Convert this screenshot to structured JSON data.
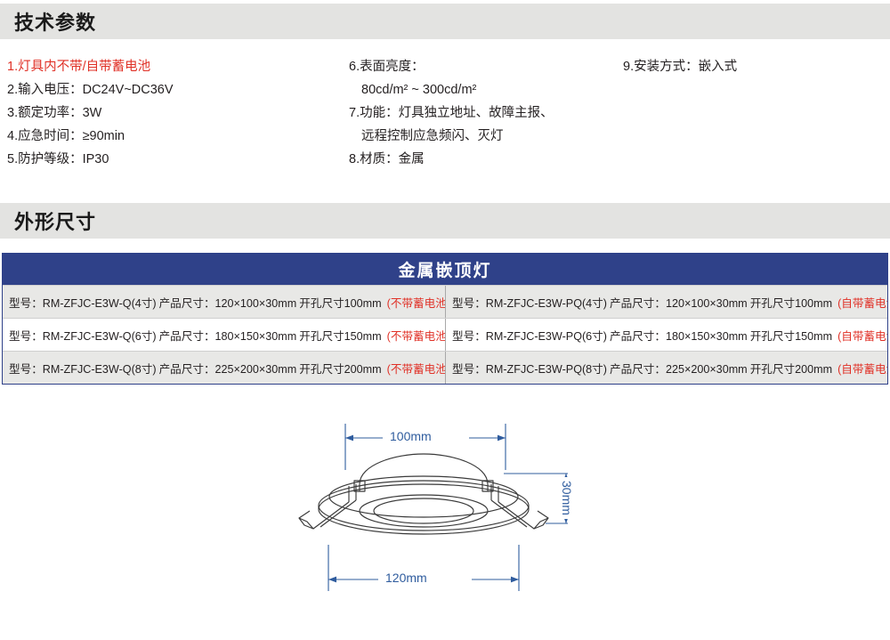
{
  "sections": {
    "tech_params_title": "技术参数",
    "dimensions_title": "外形尺寸"
  },
  "specs": {
    "column1": [
      {
        "text": "1.灯具内不带/自带蓄电池",
        "highlight": true
      },
      {
        "text": "2.输入电压：DC24V~DC36V",
        "highlight": false
      },
      {
        "text": "3.额定功率：3W",
        "highlight": false
      },
      {
        "text": "4.应急时间：≥90min",
        "highlight": false
      },
      {
        "text": "5.防护等级：IP30",
        "highlight": false
      }
    ],
    "column2": [
      {
        "text": "6.表面亮度：",
        "sub": "80cd/m² ~ 300cd/m²"
      },
      {
        "text": "7.功能：灯具独立地址、故障主报、",
        "sub": "远程控制应急频闪、灭灯"
      },
      {
        "text": "8.材质：金属",
        "sub": ""
      }
    ],
    "column3": [
      {
        "text": "9.安装方式：嵌入式"
      }
    ]
  },
  "dim_table": {
    "header": "金属嵌顶灯",
    "rows": [
      {
        "left": {
          "model": "型号：RM-ZFJC-E3W-Q(4寸)",
          "product_size": "产品尺寸：120×100×30mm",
          "hole_size": "开孔尺寸100mm",
          "battery": "(不带蓄电池)"
        },
        "right": {
          "model": "型号：RM-ZFJC-E3W-PQ(4寸)",
          "product_size": "产品尺寸：120×100×30mm",
          "hole_size": "开孔尺寸100mm",
          "battery": "(自带蓄电池)"
        }
      },
      {
        "left": {
          "model": "型号：RM-ZFJC-E3W-Q(6寸)",
          "product_size": "产品尺寸：180×150×30mm",
          "hole_size": "开孔尺寸150mm",
          "battery": "(不带蓄电池)"
        },
        "right": {
          "model": "型号：RM-ZFJC-E3W-PQ(6寸)",
          "product_size": "产品尺寸：180×150×30mm",
          "hole_size": "开孔尺寸150mm",
          "battery": "(自带蓄电池)"
        }
      },
      {
        "left": {
          "model": "型号：RM-ZFJC-E3W-Q(8寸)",
          "product_size": "产品尺寸：225×200×30mm",
          "hole_size": "开孔尺寸200mm",
          "battery": "(不带蓄电池)"
        },
        "right": {
          "model": "型号：RM-ZFJC-E3W-PQ(8寸)",
          "product_size": "产品尺寸：225×200×30mm",
          "hole_size": "开孔尺寸200mm",
          "battery": "(自带蓄电池)"
        }
      }
    ]
  },
  "drawing": {
    "top_dimension": "100mm",
    "bottom_dimension": "120mm",
    "side_dimension": "30mm"
  },
  "colors": {
    "brand_blue": "#2f4189",
    "dimension_blue": "#2f5c9e",
    "highlight_red": "#e03127",
    "band_grey": "#e3e3e1",
    "row_shade": "#e8e8e6"
  }
}
